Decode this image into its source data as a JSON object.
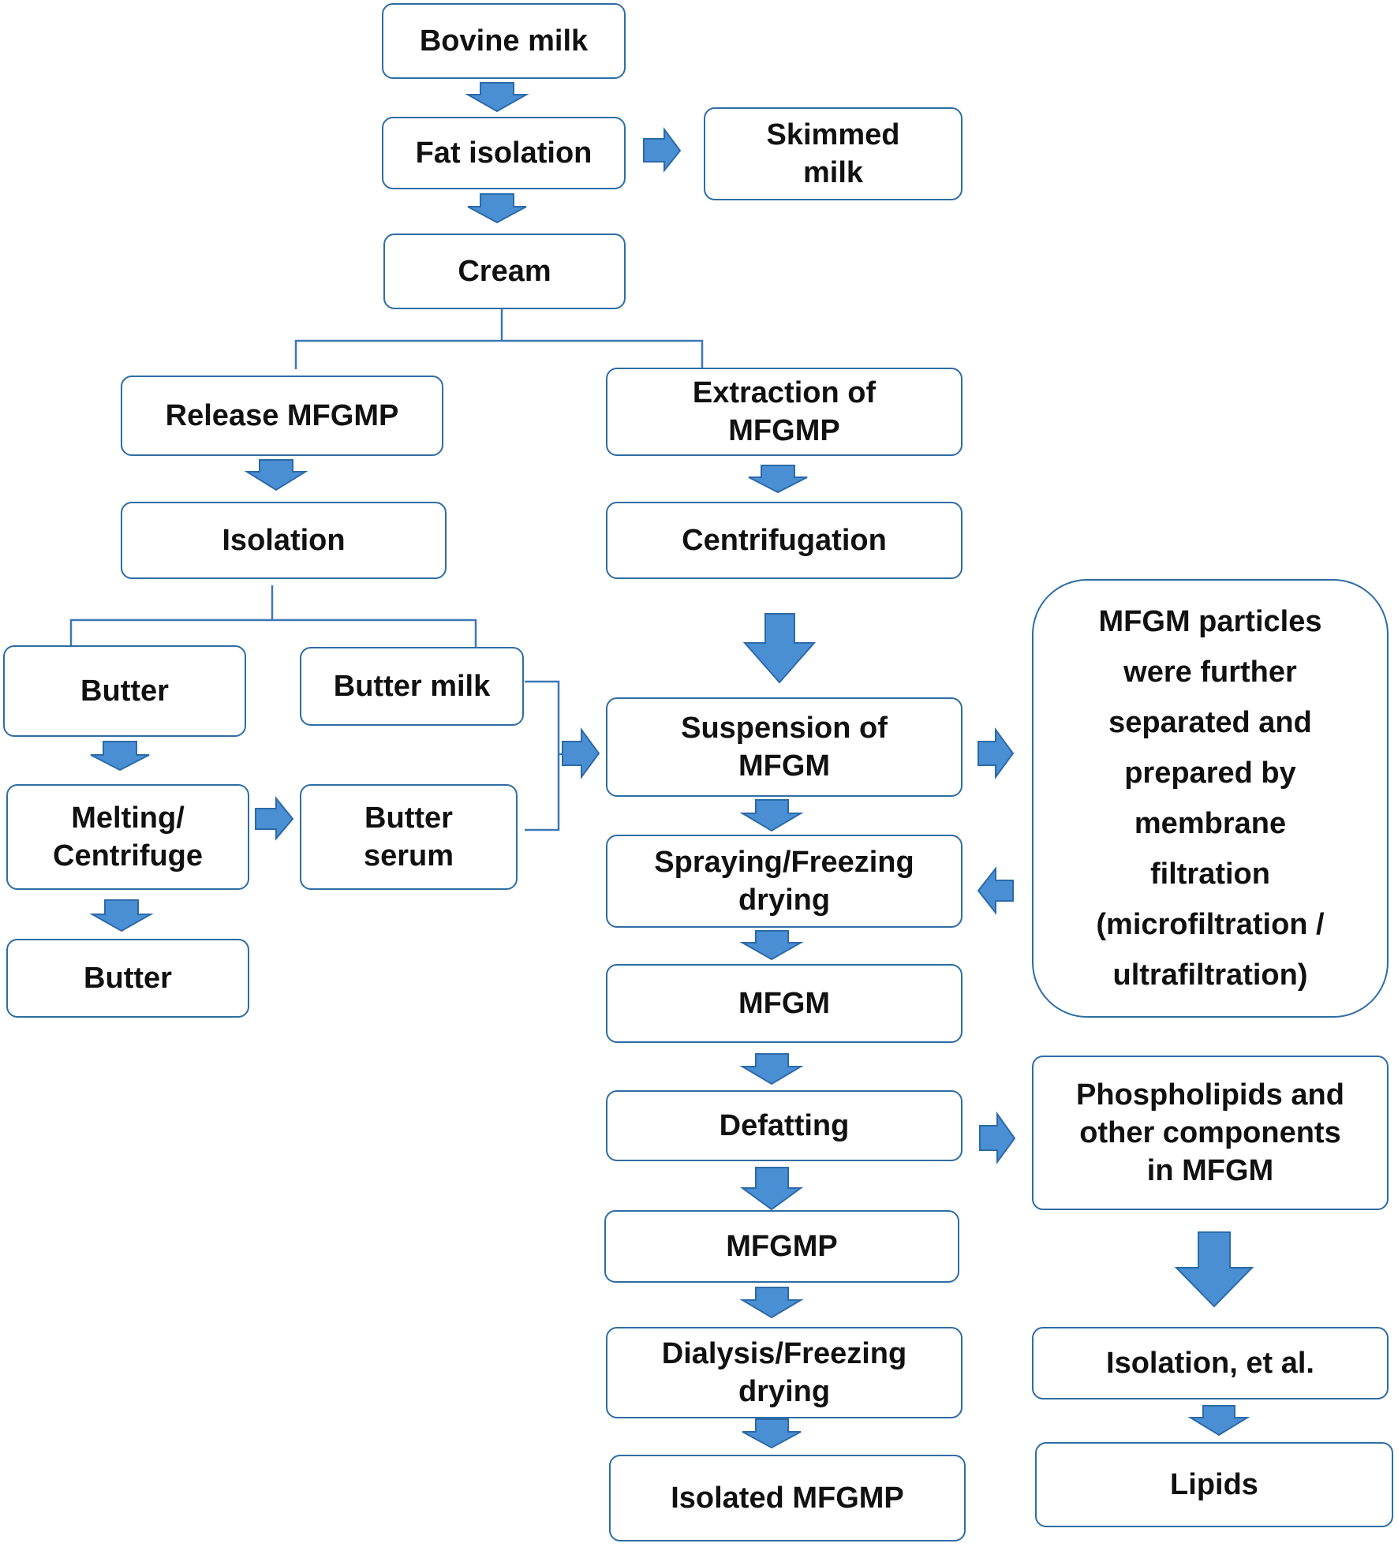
{
  "nodes": {
    "bovine_milk": "Bovine milk",
    "fat_isolation": "Fat isolation",
    "skimmed_milk": "Skimmed\nmilk",
    "cream": "Cream",
    "release_mfgmp": "Release  MFGMP",
    "extraction_mfgmp": "Extraction of\nMFGMP",
    "isolation": "Isolation",
    "centrifugation": "Centrifugation",
    "butter_1": "Butter",
    "butter_milk": "Butter milk",
    "melting_centrifuge": "Melting/\nCentrifuge",
    "butter_serum": "Butter\nserum",
    "butter_2": "Butter",
    "suspension_mfgm": "Suspension  of\nMFGM",
    "spraying_freezing": "Spraying/Freezing\ndrying",
    "mfgm": "MFGM",
    "defatting": "Defatting",
    "mfgmp": "MFGMP",
    "dialysis_freezing": "Dialysis/Freezing\ndrying",
    "isolated_mfgmp": "Isolated MFGMP",
    "membrane_note": "MFGM  particles\nwere further\nseparated and\nprepared by\nmembrane\nfiltration\n(microfiltration  /\nultrafiltration)",
    "phospholipids": "Phospholipids  and\nother components\nin MFGM",
    "isolation_et_al": "Isolation, et al.",
    "lipids": "Lipids"
  },
  "colors": {
    "box_border": "#2e6da4",
    "arrow_fill": "#4a8fd4",
    "arrow_stroke": "#2b6aa8",
    "bracket": "#3a78b8"
  }
}
